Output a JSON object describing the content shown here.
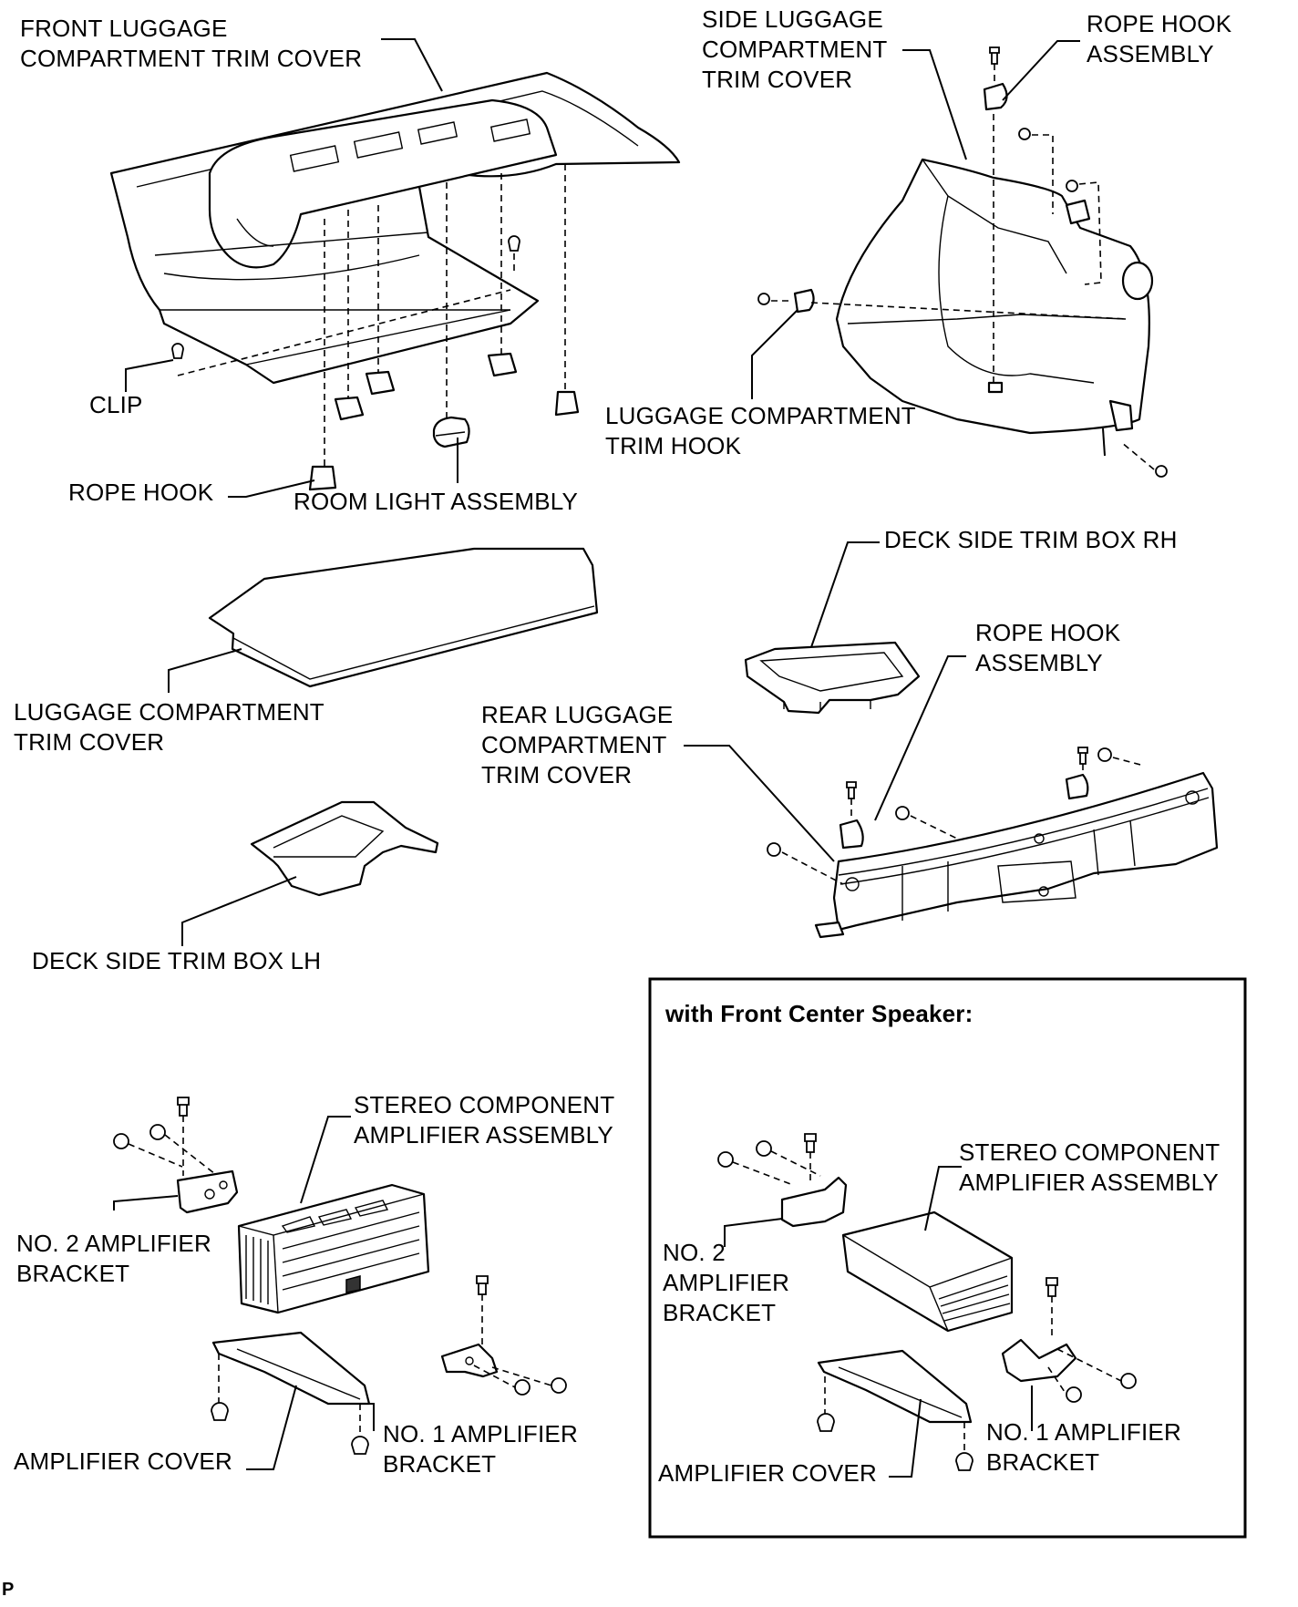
{
  "labels": {
    "front_trim": "FRONT LUGGAGE\nCOMPARTMENT TRIM COVER",
    "side_trim": "SIDE LUGGAGE\nCOMPARTMENT\nTRIM COVER",
    "rope_hook_assy_top": "ROPE HOOK\nASSEMBLY",
    "clip": "CLIP",
    "trim_hook": "LUGGAGE COMPARTMENT\nTRIM HOOK",
    "rope_hook": "ROPE HOOK",
    "room_light": "ROOM LIGHT ASSEMBLY",
    "deck_box_rh": "DECK SIDE TRIM BOX RH",
    "rope_hook_assy_mid": "ROPE HOOK\nASSEMBLY",
    "luggage_trim": "LUGGAGE COMPARTMENT\nTRIM COVER",
    "rear_trim": "REAR LUGGAGE\nCOMPARTMENT\nTRIM COVER",
    "deck_box_lh": "DECK SIDE TRIM BOX LH",
    "amp_assy_left": "STEREO COMPONENT\nAMPLIFIER ASSEMBLY",
    "no2_bracket_left": "NO. 2 AMPLIFIER\nBRACKET",
    "no1_bracket_left": "NO. 1 AMPLIFIER\nBRACKET",
    "amp_cover_left": "AMPLIFIER COVER",
    "inset_title": "with Front Center Speaker:",
    "amp_assy_right": "STEREO COMPONENT\nAMPLIFIER ASSEMBLY",
    "no2_bracket_right": "NO. 2\nAMPLIFIER\nBRACKET",
    "no1_bracket_right": "NO. 1 AMPLIFIER\nBRACKET",
    "amp_cover_right": "AMPLIFIER COVER",
    "footer_code": "P"
  }
}
